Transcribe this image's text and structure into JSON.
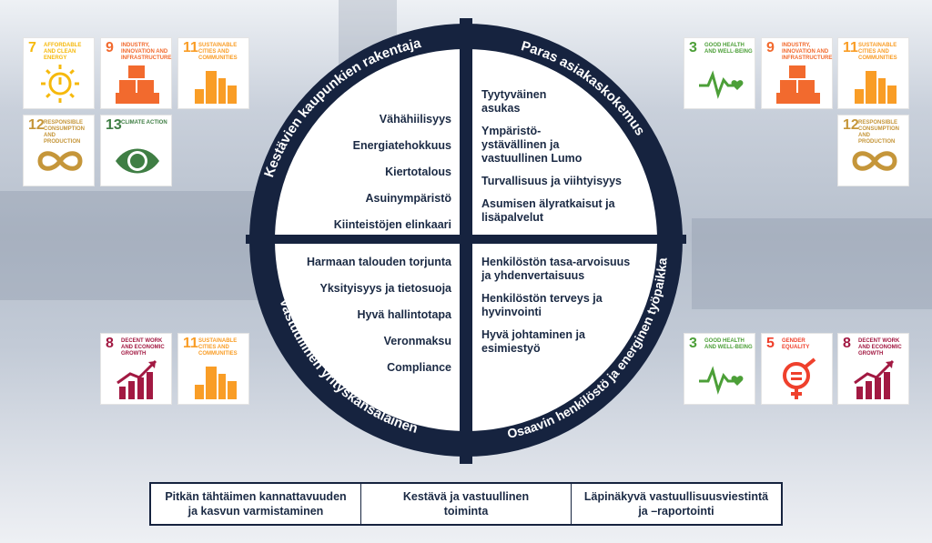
{
  "colors": {
    "navy": "#16233f",
    "sdg7": "#f6b90c",
    "sdg9": "#f26a2e",
    "sdg11": "#f99d26",
    "sdg12": "#c5963a",
    "sdg13": "#3f7e44",
    "sdg3": "#4c9f38",
    "sdg5": "#ef402c",
    "sdg8": "#a21942"
  },
  "quadrants": {
    "top_left": {
      "title": "Kestävien kaupunkien rakentaja",
      "items": [
        "Vähähiilisyys",
        "Energiatehokkuus",
        "Kiertotalous",
        "Asuinympäristö",
        "Kiinteistöjen elinkaari"
      ]
    },
    "top_right": {
      "title": "Paras asiakaskokemus",
      "items": [
        "Tyytyväinen\nasukas",
        "Ympäristö-\nystävällinen ja\nvastuullinen Lumo",
        "Turvallisuus ja viihtyisyys",
        "Asumisen älyratkaisut ja\nlisäpalvelut"
      ]
    },
    "bottom_left": {
      "title": "Vastuullinen yrityskansalainen",
      "items": [
        "Harmaan talouden torjunta",
        "Yksityisyys ja  tietosuoja",
        "Hyvä hallintotapa",
        "Veronmaksu",
        "Compliance"
      ]
    },
    "bottom_right": {
      "title": "Osaavin henkilöstö ja energinen työpaikka",
      "items": [
        "Henkilöstön tasa-arvoisuus\nja yhdenvertaisuus",
        "Henkilöstön terveys ja\nhyvinvointi",
        "Hyvä johtaminen ja\nesimiestyö"
      ]
    }
  },
  "sdg_groups": {
    "top_left": [
      {
        "num": "7",
        "label": "Affordable and clean energy",
        "icon": "sun-power-icon",
        "color": "#f6b90c"
      },
      {
        "num": "9",
        "label": "Industry, innovation and infrastructure",
        "icon": "cubes-icon",
        "color": "#f26a2e"
      },
      {
        "num": "11",
        "label": "Sustainable cities and communities",
        "icon": "buildings-icon",
        "color": "#f99d26"
      },
      {
        "num": "12",
        "label": "Responsible consumption and production",
        "icon": "infinity-icon",
        "color": "#c5963a"
      },
      {
        "num": "13",
        "label": "Climate action",
        "icon": "earth-eye-icon",
        "color": "#3f7e44"
      }
    ],
    "top_right": [
      {
        "num": "3",
        "label": "Good health and well-being",
        "icon": "heartbeat-icon",
        "color": "#4c9f38"
      },
      {
        "num": "9",
        "label": "Industry, innovation and infrastructure",
        "icon": "cubes-icon",
        "color": "#f26a2e"
      },
      {
        "num": "11",
        "label": "Sustainable cities and communities",
        "icon": "buildings-icon",
        "color": "#f99d26"
      },
      {
        "num": "12",
        "label": "Responsible consumption and production",
        "icon": "infinity-icon",
        "color": "#c5963a"
      }
    ],
    "bottom_left": [
      {
        "num": "8",
        "label": "Decent work and economic growth",
        "icon": "growth-chart-icon",
        "color": "#a21942"
      },
      {
        "num": "11",
        "label": "Sustainable cities and communities",
        "icon": "buildings-icon",
        "color": "#f99d26"
      }
    ],
    "bottom_right": [
      {
        "num": "3",
        "label": "Good health and well-being",
        "icon": "heartbeat-icon",
        "color": "#4c9f38"
      },
      {
        "num": "5",
        "label": "Gender equality",
        "icon": "gender-equality-icon",
        "color": "#ef402c"
      },
      {
        "num": "8",
        "label": "Decent work and economic growth",
        "icon": "growth-chart-icon",
        "color": "#a21942"
      }
    ]
  },
  "bottom_bar": [
    "Pitkän tähtäimen kannattavuuden\nja kasvun varmistaminen",
    "Kestävä ja vastuullinen\ntoiminta",
    "Läpinäkyvä vastuullisuusviestintä\nja –raportointi"
  ]
}
